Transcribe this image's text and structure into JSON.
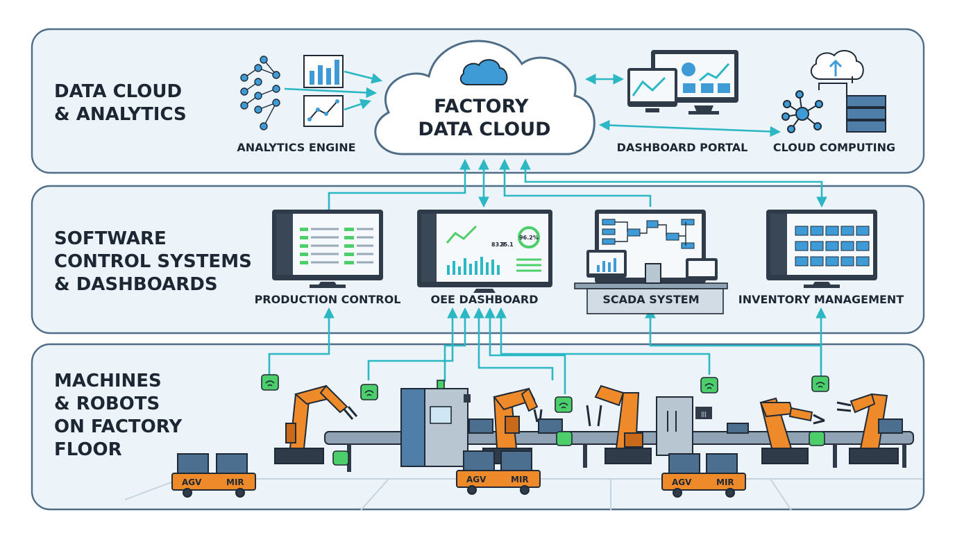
{
  "tiers": [
    {
      "lines": [
        "DATA CLOUD",
        "& ANALYTICS"
      ]
    },
    {
      "lines": [
        "SOFTWARE",
        "CONTROL SYSTEMS",
        "& DASHBOARDS"
      ]
    },
    {
      "lines": [
        "MACHINES",
        "& ROBOTS",
        "ON FACTORY",
        "FLOOR"
      ]
    }
  ],
  "cloud": {
    "lines": [
      "FACTORY",
      "DATA CLOUD"
    ]
  },
  "top_nodes": {
    "analytics": "ANALYTICS ENGINE",
    "dashboard": "DASHBOARD PORTAL",
    "computing": "CLOUD COMPUTING"
  },
  "mid_nodes": {
    "production": "PRODUCTION CONTROL",
    "oee": "OEE DASHBOARD",
    "scada": "SCADA SYSTEM",
    "inventory": "INVENTORY MANAGEMENT"
  },
  "oee_stats": [
    "83.9",
    "75.1",
    "96.2%"
  ],
  "agv": {
    "left": "AGV",
    "right": "MIR"
  },
  "colors": {
    "panel_fill": "#ecf3f9",
    "panel_stroke": "#4f6d86",
    "connector": "#2bb7c4",
    "robot": "#ef8a2b",
    "sensor": "#4ccf6a",
    "dark": "#2f3b48"
  }
}
